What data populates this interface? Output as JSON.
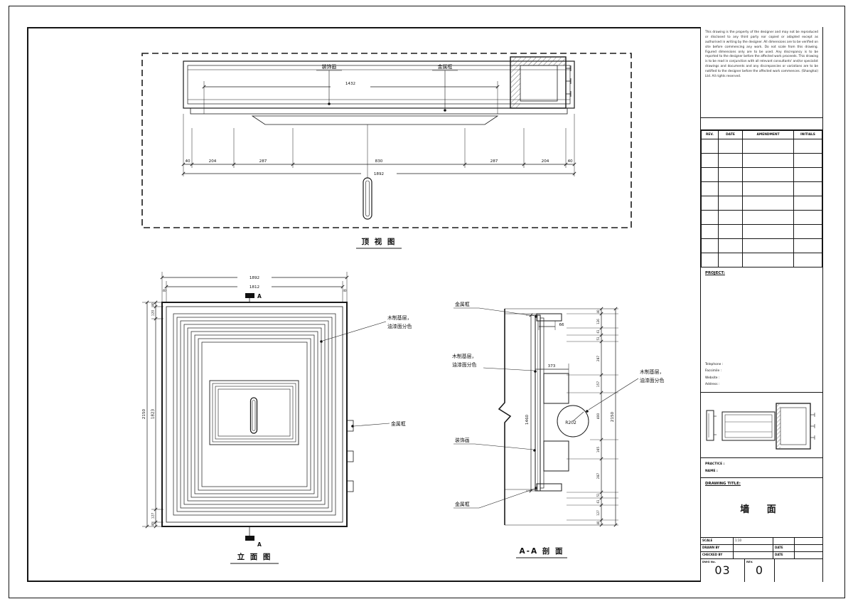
{
  "top_view": {
    "title": "顶 视 图",
    "labels": {
      "decorative_painting": "装饰画",
      "metal_frame": "金属框"
    },
    "dims": {
      "width_inner": "1432",
      "total": "1892",
      "chain": [
        "40",
        "204",
        "287",
        "830",
        "287",
        "204",
        "40"
      ]
    }
  },
  "elevation": {
    "title": "立 面 图",
    "section_marker": "A",
    "labels": {
      "wood_base_line1": "木制基层，",
      "wood_base_line2": "油漆面分色",
      "metal_frame": "金属框"
    },
    "dims": {
      "total_width": "1892",
      "inner_width": "1812",
      "edge_left": "40",
      "edge_right": "40",
      "total_height": "2150",
      "height_chain": [
        "40",
        "120",
        "1823",
        "127",
        "40"
      ]
    }
  },
  "section": {
    "title": "A-A 剖 面",
    "labels": {
      "metal_frame_top": "金属框",
      "wood_base_left_line1": "木制基层，",
      "wood_base_left_line2": "油漆面分色",
      "decorative_painting": "装饰画",
      "metal_frame_bottom": "金属框",
      "wood_base_right_line1": "木制基层，",
      "wood_base_right_line2": "油漆面分色",
      "radius": "R202"
    },
    "dims": {
      "depth": "66",
      "block_depth": "373",
      "panel_height": "1460",
      "total_height": "2150",
      "chain": [
        "40",
        "126",
        "61",
        "51",
        "287",
        "157",
        "400",
        "165",
        "287",
        "51",
        "61",
        "127",
        "40"
      ]
    }
  },
  "title_block": {
    "disclaimer": "This drawing is the property of the designer and may not be reproduced or disclosed to any third party nor copied or adapted except as authorised in writing by the designer. All dimensions are to be verified on site before commencing any work. Do not scale from this drawing. Figured dimensions only are to be used. Any discrepancy is to be reported to the designer before the affected work proceeds. This drawing is to be read in conjunction with all relevant consultants' and/or specialist drawings and documents and any discrepancies or variations are to be notified to the designer before the affected work commences. (Shanghai) Ltd. All rights reserved.",
    "rev_table": {
      "headers": [
        "REV.",
        "DATE",
        "AMENDMENT",
        "INITIALS"
      ]
    },
    "project_label": "PROJECT:",
    "contact": [
      "Telephone :",
      "Facsimile :",
      "Website :",
      "Address :"
    ],
    "practice_label": "PRACTICE :",
    "name_label": "NAME :",
    "drawing_title_label": "DRAWING TITLE:",
    "drawing_title": "墙  面",
    "fields": {
      "scale_label": "SCALE",
      "scale_value": "1:10",
      "drawn_label": "DRAWN BY",
      "drawn_value": "",
      "date_label": "DATE",
      "checked_label": "CHECKED BY",
      "checked_value": "",
      "date_label_2": "DATE",
      "dwg_no_label": "DWG No.",
      "dwg_no": "03",
      "rev_label": "REV.",
      "rev_no": "0"
    }
  }
}
